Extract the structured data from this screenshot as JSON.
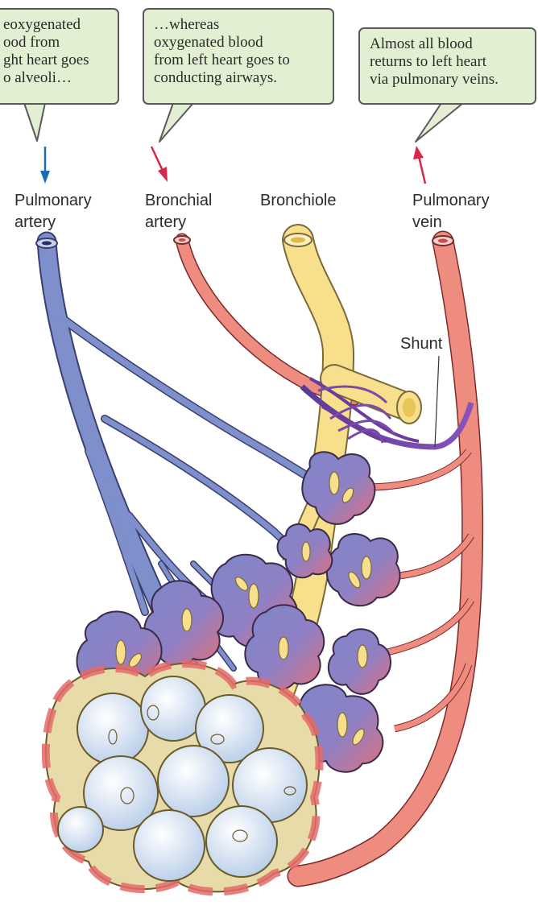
{
  "callouts": {
    "pulmonary_artery": [
      "eoxygenated",
      "ood from",
      "ght heart goes",
      "o alveoli…"
    ],
    "bronchial_artery": [
      "…whereas",
      "oxygenated blood",
      "from left heart goes to",
      "conducting airways."
    ],
    "pulmonary_vein": [
      "Almost all blood",
      "returns to left heart",
      "via pulmonary veins."
    ]
  },
  "labels": {
    "pulmonary_artery": [
      "Pulmonary",
      "artery"
    ],
    "bronchial_artery": [
      "Bronchial",
      "artery"
    ],
    "bronchiole": "Bronchiole",
    "pulmonary_vein": [
      "Pulmonary",
      "vein"
    ],
    "shunt": "Shunt"
  },
  "colors": {
    "deoxygenated_blood": "#7f8fcc",
    "oxygenated_blood": "#ef8c80",
    "bronchiole": "#f7df8c",
    "alveolus": "#d4e3f6",
    "shunt": "#6a3c9c",
    "callout_fill": "#e3efd3",
    "arrow_blue": "#1d6cb3",
    "arrow_red": "#d8274b"
  }
}
